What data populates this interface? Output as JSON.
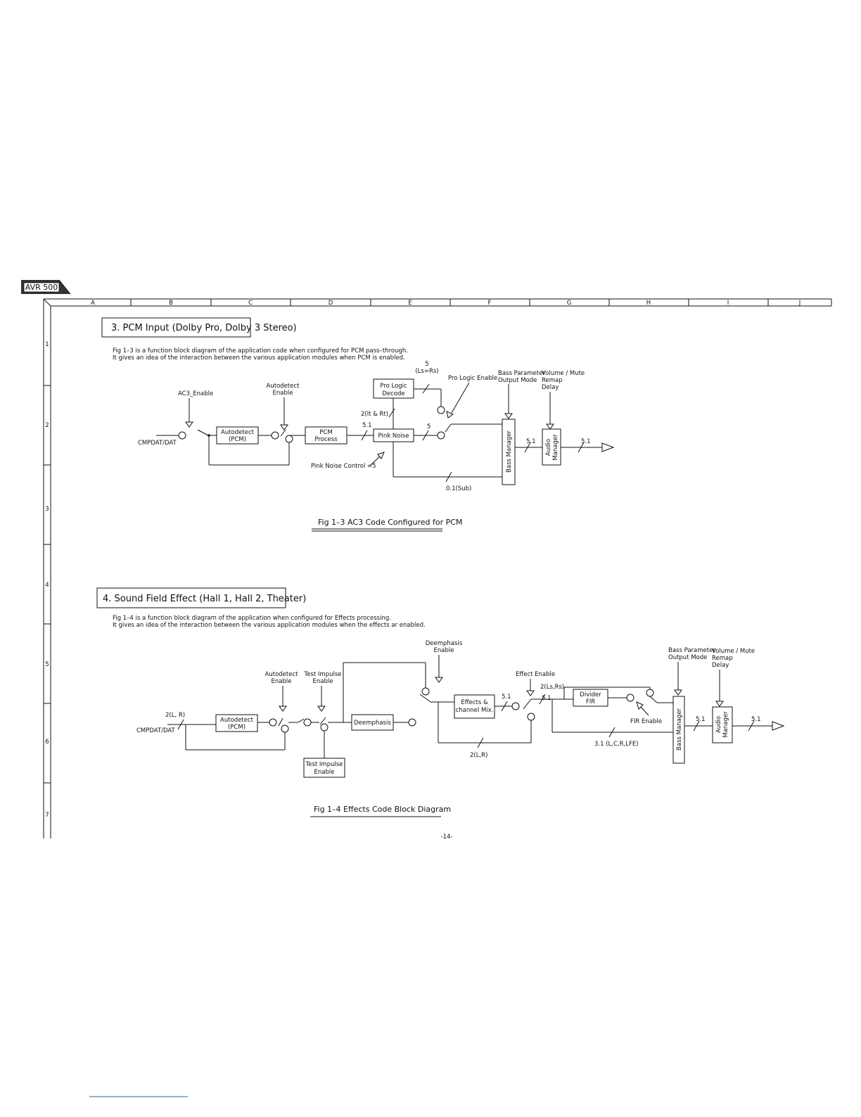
{
  "header": {
    "model_tag": "AVR 500",
    "col_labels": [
      "A",
      "B",
      "C",
      "D",
      "E",
      "F",
      "G",
      "H",
      "I",
      "J"
    ],
    "row_labels": [
      "1",
      "2",
      "3",
      "4",
      "5",
      "6",
      "7"
    ],
    "page_number": "-14-"
  },
  "section3": {
    "title": "3. PCM Input (Dolby Pro, Dolby 3 Stereo)",
    "desc1": "Fig 1–3 is a function block diagram  of the application code when configured for PCM pass–through.",
    "desc2": "It gives an idea of the interaction between the various application modules when PCM is enabled.",
    "caption": "Fig 1–3 AC3 Code Configured for PCM",
    "labels": {
      "input": "CMPDAT/DAT",
      "ac3_enable": "AC3_Enable",
      "autodetect_enable_1": "Autodetect",
      "autodetect_enable_2": "Enable",
      "autodetect_box_1": "Autodetect",
      "autodetect_box_2": "(PCM)",
      "pcm_process_1": "PCM",
      "pcm_process_2": "Process",
      "pro_logic_1": "Pro Logic",
      "pro_logic_2": "Decode",
      "pink_noise": "Pink Noise",
      "pink_noise_control": "Pink Noise Control =5",
      "sig_5_top": "5",
      "sig_ls_rs": "(Ls=Rs)",
      "pro_logic_enable": "Pro Logic Enable",
      "sig_2_lt_rt": "2(lt & Rt)",
      "sig_51_a": "5.1",
      "sig_5_mid": "5",
      "bass_param_1": "Bass Parameter",
      "bass_param_2": "Output Mode",
      "volume_1": "Volume / Mute",
      "volume_2": "Remap",
      "volume_3": "Delay",
      "bass_manager": "Bass Manager",
      "audio_manager_1": "Audio",
      "audio_manager_2": "Manager",
      "sig_51_b": "5.1",
      "sig_51_c": "5.1",
      "sig_01_sub": "0.1(Sub)"
    }
  },
  "section4": {
    "title": "4. Sound Field Effect (Hall 1, Hall 2, Theater)",
    "desc1": "Fig 1–4 is a function block diagram of the application when configured for Effects processing.",
    "desc2": "It gives an idea of the interaction between the various application modules when the effects ar enabled.",
    "caption": "Fig 1–4 Effects Code Block Diagram",
    "labels": {
      "input": "CMPDAT/DAT",
      "sig_2lr_in": "2(L, R)",
      "autodetect_enable_1": "Autodetect",
      "autodetect_enable_2": "Enable",
      "test_impulse_enable_top_1": "Test Impulse",
      "test_impulse_enable_top_2": "Enable",
      "autodetect_box_1": "Autodetect",
      "autodetect_box_2": "(PCM)",
      "deemphasis": "Deemphasis",
      "test_impulse_box_1": "Test Impulse",
      "test_impulse_box_2": "Enable",
      "deemphasis_enable_1": "Deemphasis",
      "deemphasis_enable_2": "Enable",
      "effects_mix_1": "Effects &",
      "effects_mix_2": "channel Mix.",
      "sig_51_a": "5.1",
      "sig_2lr_bottom": "2(L,R)",
      "effect_enable": "Effect Enable",
      "sig_2_ls_rs": "2(Ls,Rs)",
      "sig_51_b": "5.1",
      "divider_1": "Divider",
      "divider_2": "FIR",
      "fir_enable": "FIR Enable",
      "sig_31": "3.1 (L,C,R,LFE)",
      "bass_param_1": "Bass Parameter",
      "bass_param_2": "Output Mode",
      "volume_1": "Volume / Mute",
      "volume_2": "Remap",
      "volume_3": "Delay",
      "bass_manager": "Bass Manager",
      "audio_manager_1": "Audio",
      "audio_manager_2": "Manager",
      "sig_51_c": "5.1",
      "sig_51_d": "5.1"
    }
  }
}
